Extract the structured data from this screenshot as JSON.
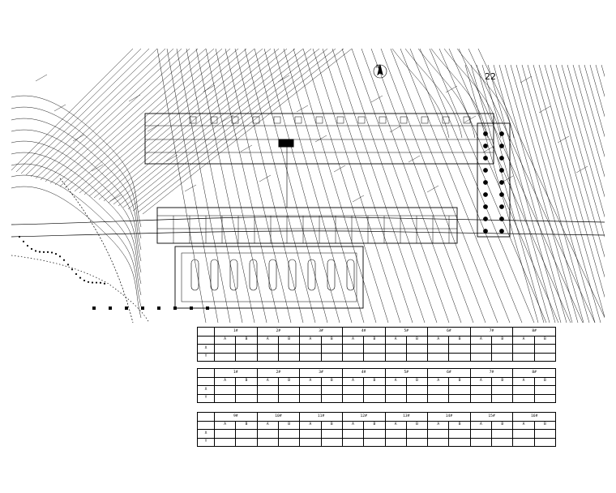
{
  "plan": {
    "title": "",
    "north_mark": "N",
    "section_label": "22",
    "road_labels": []
  },
  "table1": {
    "caption": "",
    "header": [
      "",
      "1#",
      "2#",
      "3#",
      "4#",
      "5#",
      "6#",
      "7#",
      "8#"
    ],
    "sub": [
      "",
      "A",
      "B",
      "A",
      "B",
      "A",
      "B",
      "A",
      "B",
      "A",
      "B",
      "A",
      "B",
      "A",
      "B",
      "A",
      "B"
    ],
    "rows": [
      [
        "X",
        "",
        "",
        "",
        "",
        "",
        "",
        "",
        "",
        "",
        "",
        "",
        "",
        "",
        "",
        "",
        ""
      ],
      [
        "Y",
        "",
        "",
        "",
        "",
        "",
        "",
        "",
        "",
        "",
        "",
        "",
        "",
        "",
        "",
        "",
        ""
      ]
    ]
  },
  "table2": {
    "caption": "",
    "header": [
      "",
      "1#",
      "2#",
      "3#",
      "4#",
      "5#",
      "6#",
      "7#",
      "8#"
    ],
    "sub": [
      "",
      "A",
      "B",
      "A",
      "B",
      "A",
      "B",
      "A",
      "B",
      "A",
      "B",
      "A",
      "B",
      "A",
      "B",
      "A",
      "B"
    ],
    "rows": [
      [
        "X",
        "",
        "",
        "",
        "",
        "",
        "",
        "",
        "",
        "",
        "",
        "",
        "",
        "",
        "",
        "",
        ""
      ],
      [
        "Y",
        "",
        "",
        "",
        "",
        "",
        "",
        "",
        "",
        "",
        "",
        "",
        "",
        "",
        "",
        "",
        ""
      ]
    ]
  },
  "table3": {
    "header": [
      "",
      "9#",
      "10#",
      "11#",
      "12#",
      "13#",
      "14#",
      "15#",
      "16#"
    ],
    "sub": [
      "",
      "A",
      "B",
      "A",
      "B",
      "A",
      "B",
      "A",
      "B",
      "A",
      "B",
      "A",
      "B",
      "A",
      "B",
      "A",
      "B"
    ],
    "rows": [
      [
        "X",
        "",
        "",
        "",
        "",
        "",
        "",
        "",
        "",
        "",
        "",
        "",
        "",
        "",
        "",
        "",
        ""
      ],
      [
        "Y",
        "",
        "",
        "",
        "",
        "",
        "",
        "",
        "",
        "",
        "",
        "",
        "",
        "",
        "",
        "",
        ""
      ]
    ]
  },
  "left_caption": ""
}
